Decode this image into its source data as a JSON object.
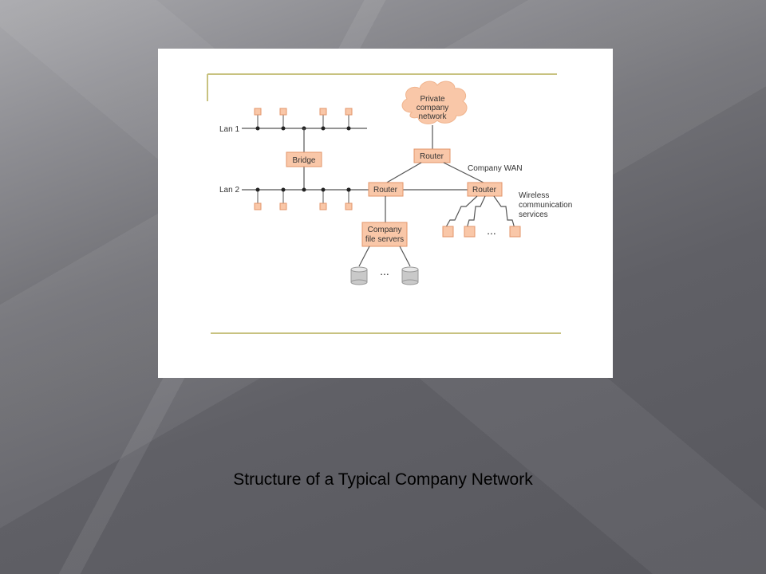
{
  "caption": "Structure of a Typical Company Network",
  "colors": {
    "node_fill": "#f9c7a8",
    "node_stroke": "#e3946a",
    "cloud_fill": "#f9c7a8",
    "accent_rule": "#c8c280",
    "line": "#555555",
    "disk": "#c9c9c9"
  },
  "diagram": {
    "lan1_label": "Lan 1",
    "lan2_label": "Lan 2",
    "bridge_label": "Bridge",
    "cloud_label_line1": "Private",
    "cloud_label_line2": "company",
    "cloud_label_line3": "network",
    "router_top_label": "Router",
    "router_left_label": "Router",
    "router_right_label": "Router",
    "wan_label": "Company WAN",
    "wireless_line1": "Wireless",
    "wireless_line2": "communication",
    "wireless_line3": "services",
    "servers_line1": "Company",
    "servers_line2": "file servers",
    "ellipsis_wireless": "...",
    "ellipsis_disks": "..."
  }
}
